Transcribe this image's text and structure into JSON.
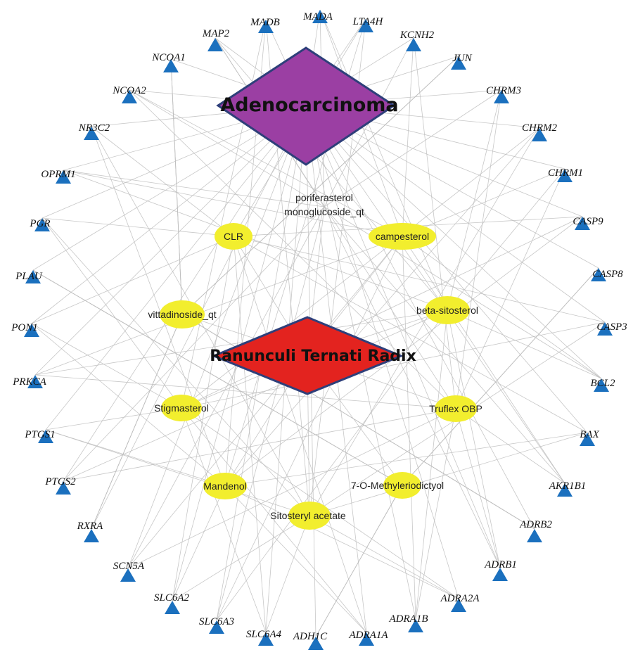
{
  "network": {
    "disease": {
      "label": "Adenocarcinoma",
      "color": "#9B3FA3"
    },
    "herb": {
      "label": "Ranunculi Ternati Radix",
      "color": "#E3231F"
    },
    "compound_color": "#F2EE2E",
    "target_color": "#1B70BE",
    "edge_color": "#BDBDBD",
    "compounds": [
      {
        "id": "poriferasterol",
        "lines": [
          "poriferasterol",
          "monoglucoside_qt"
        ]
      },
      {
        "id": "clr",
        "lines": [
          "CLR"
        ]
      },
      {
        "id": "campesterol",
        "lines": [
          "campesterol"
        ]
      },
      {
        "id": "vittadinoside",
        "lines": [
          "vittadinoside_qt"
        ]
      },
      {
        "id": "beta-sitosterol",
        "lines": [
          "beta-sitosterol"
        ]
      },
      {
        "id": "stigmasterol",
        "lines": [
          "Stigmasterol"
        ]
      },
      {
        "id": "truflex",
        "lines": [
          "Truflex OBP"
        ]
      },
      {
        "id": "mandenol",
        "lines": [
          "Mandenol"
        ]
      },
      {
        "id": "methyleriodictyol",
        "lines": [
          "7-O-Methyleriodictyol"
        ]
      },
      {
        "id": "sitosteryl",
        "lines": [
          "Sitosteryl acetate"
        ]
      }
    ],
    "targets": [
      "MADA",
      "LTA4H",
      "KCNH2",
      "JUN",
      "CHRM3",
      "CHRM2",
      "CHRM1",
      "CASP9",
      "CASP8",
      "CASP3",
      "BCL2",
      "BAX",
      "AKR1B1",
      "ADRB2",
      "ADRB1",
      "ADRA2A",
      "ADRA1B",
      "ADRA1A",
      "ADH1C",
      "SLC6A4",
      "SLC6A3",
      "SLC6A2",
      "SCN5A",
      "RXRA",
      "PTGS2",
      "PTGS1",
      "PRKCA",
      "PON1",
      "PLAU",
      "PGR",
      "OPRM1",
      "NR3C2",
      "NCOA2",
      "NCOA1",
      "MAP2",
      "MADB"
    ]
  }
}
